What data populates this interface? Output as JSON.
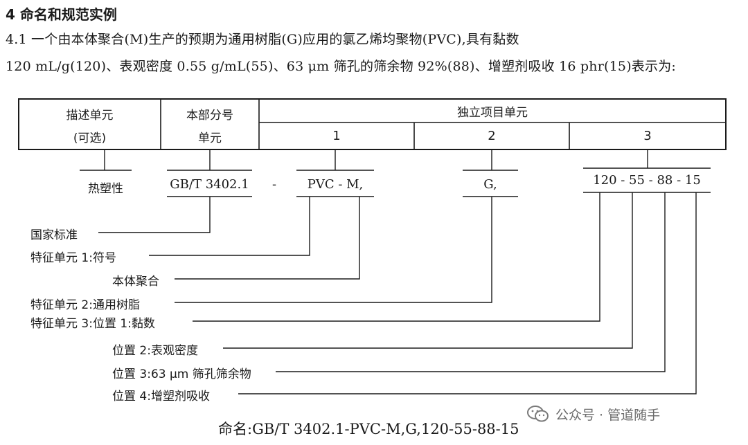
{
  "section_title": "4  命名和规范实例",
  "paragraph": {
    "line1": "4.1   一个由本体聚合(M)生产的预期为通用树脂(G)应用的氯乙烯均聚物(PVC),具有黏数",
    "line2": "120 mL/g(120)、表观密度 0.55 g/mL(55)、63 μm 筛孔的筛余物 92%(88)、增塑剂吸收 16 phr(15)表示为:"
  },
  "table": {
    "col1": {
      "line1": "描述单元",
      "line2": "(可选)"
    },
    "col2": {
      "line1": "本部分号",
      "line2": "单元"
    },
    "col3": {
      "title": "独立项目单元",
      "sub1": "1",
      "sub2": "2",
      "sub3": "3"
    }
  },
  "values": {
    "desc": "热塑性",
    "std": "GB/T 3402.1",
    "dash": "-",
    "item1": "PVC - M,",
    "item2": "G,",
    "item3": "120 - 55 - 88 - 15"
  },
  "labels": {
    "national_standard": "国家标准",
    "feature1_symbol": "特征单元 1:符号",
    "bulk": "本体聚合",
    "feature2": "特征单元 2:通用树脂",
    "feature3_pos1": "特征单元 3:位置 1:黏数",
    "pos2": "位置 2:表观密度",
    "pos3": "位置 3:63 μm 筛孔筛余物",
    "pos4": "位置 4:增塑剂吸收"
  },
  "watermark": {
    "text": "公众号 · 管道随手",
    "icon": "wechat-icon"
  },
  "naming": "命名:GB/T 3402.1-PVC-M,G,120-55-88-15"
}
